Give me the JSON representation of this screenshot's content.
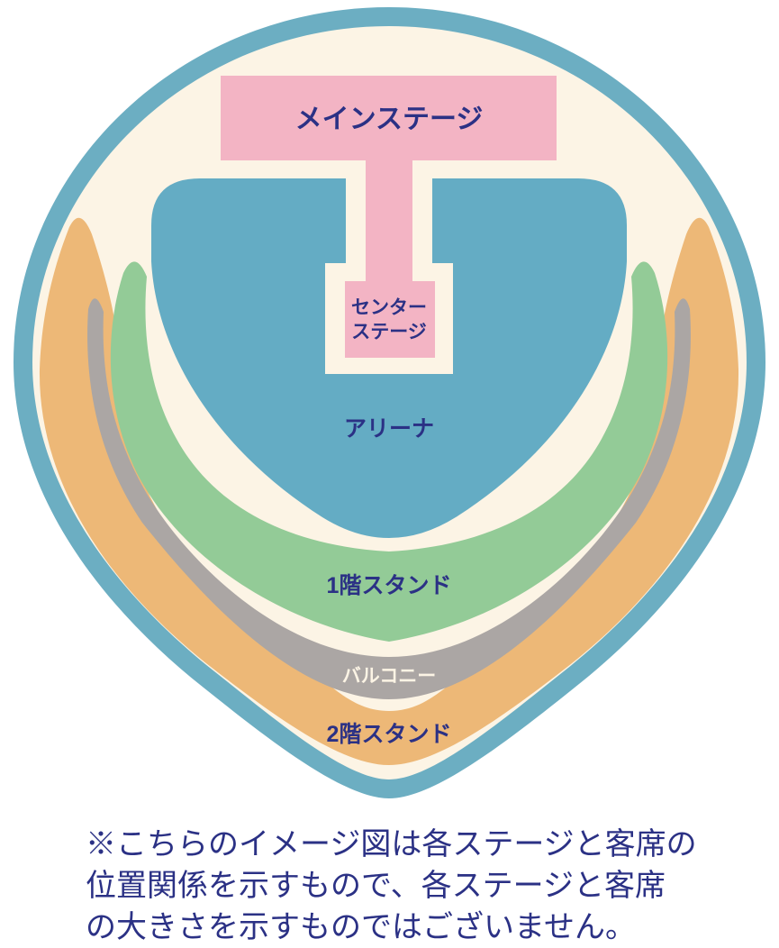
{
  "map": {
    "main_stage_label": "メインステージ",
    "center_stage_label_line1": "センター",
    "center_stage_label_line2": "ステージ",
    "arena_label": "アリーナ",
    "stand_1f_label": "1階スタンド",
    "balcony_label": "バルコニー",
    "stand_2f_label": "2階スタンド"
  },
  "footnote": {
    "line1": "※こちらのイメージ図は各ステージと客席の",
    "line2": "位置関係を示すもので、各ステージと客席",
    "line3": "の大きさを示すものではございません。"
  },
  "colors": {
    "outline": "#6CAEC2",
    "floor": "#FCF4E5",
    "arena": "#64ACC4",
    "stage_pink": "#F3B4C4",
    "stand_1f": "#93CB97",
    "balcony": "#ABA6A4",
    "stand_2f": "#EDB877",
    "label_navy": "#2B3185",
    "balcony_label_text": "#FCF4E5"
  }
}
